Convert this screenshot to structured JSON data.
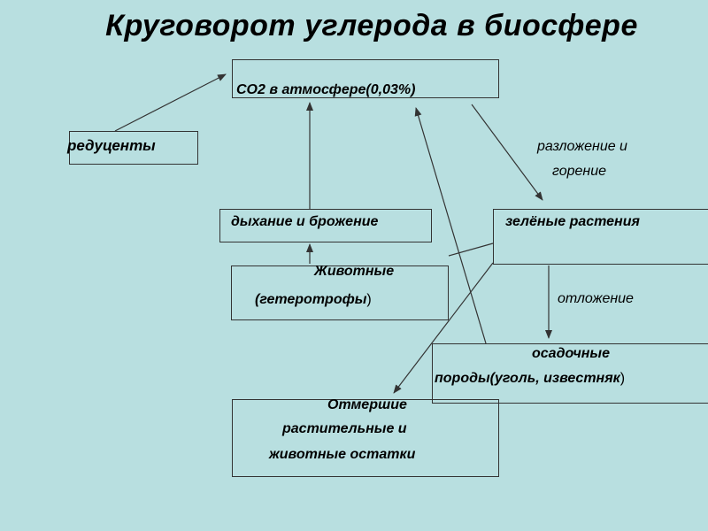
{
  "title": "Круговорот углерода в биосфере",
  "nodes": {
    "co2": "CO2 в атмосфере(0,03%)",
    "reducers": "редуценты",
    "decay_1": "разложение и",
    "decay_2": "горение",
    "respiration": "дыхание и брожение",
    "green_plants": "зелёные растения",
    "animals_1": "Животные",
    "animals_2": "(гетеротрофы",
    "animals_2_paren": ")",
    "deposition": "отложение",
    "sediment_1": "осадочные",
    "sediment_2": "породы(уголь, известняк",
    "sediment_2_paren": ")",
    "dead_1": "Отмершие",
    "dead_2": "растительные и",
    "dead_3": "животные остатки"
  }
}
